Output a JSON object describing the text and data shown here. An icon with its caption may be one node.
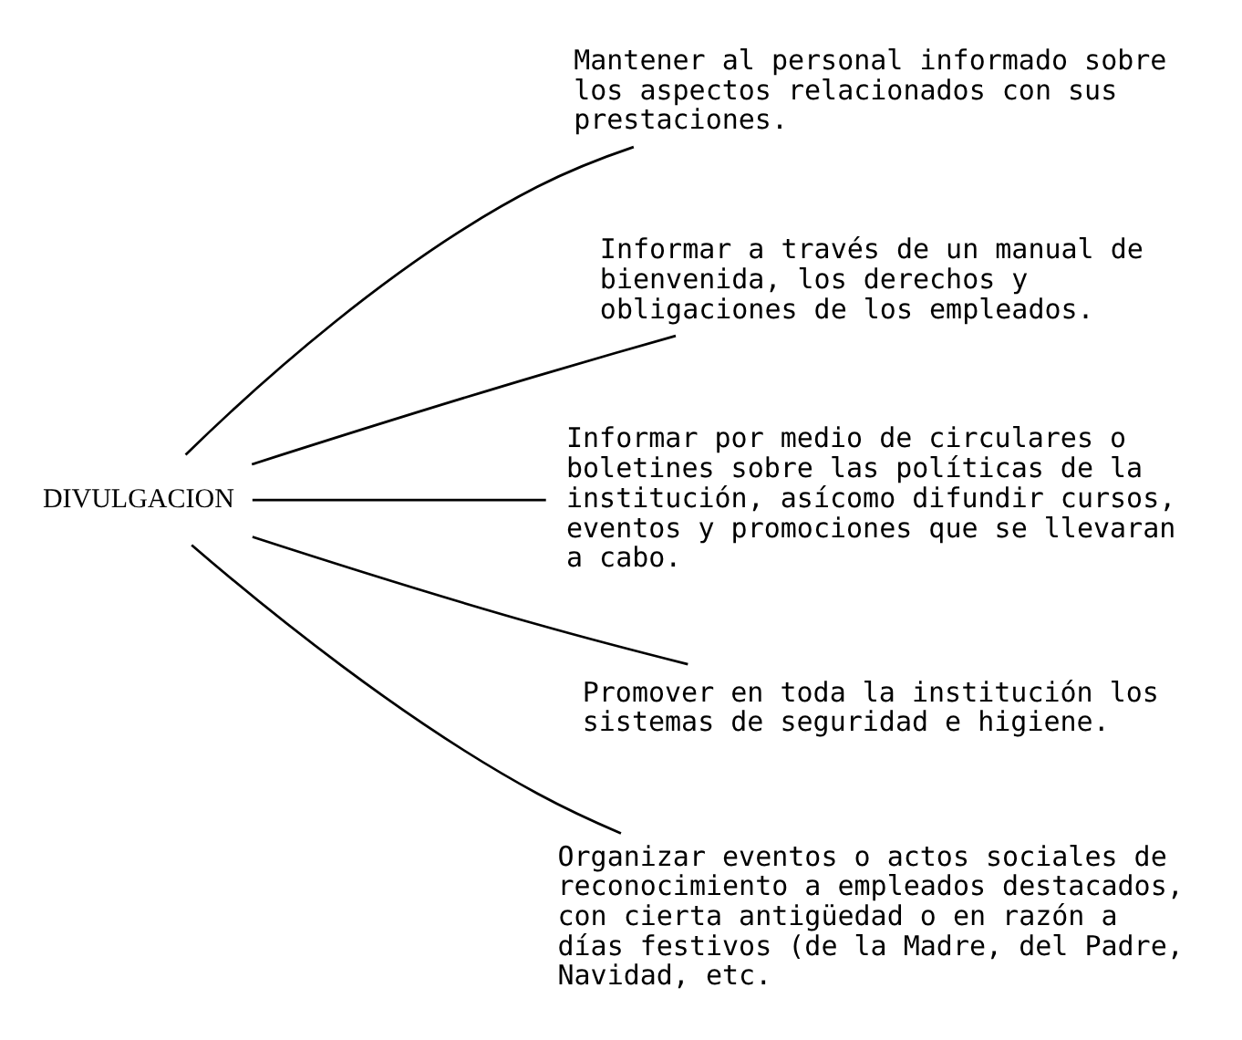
{
  "diagram": {
    "nodes": [
      {
        "text": [
          "DIVULGACION"
        ]
      },
      {
        "text": [
          "Mantener al personal informado sobre los aspectos relacionados con sus prestaciones."
        ]
      },
      {
        "text": [
          "Informar a través de un manual de bienvenida, los derechos y obligaciones de los empleados."
        ]
      },
      {
        "text": [
          "Informar por medio de circulares o boletines sobre las políticas de la institución, asícomo difundir cursos, eventos y promociones que se llevaran a cabo."
        ]
      },
      {
        "text": [
          "Promover en toda la institución los sistemas de seguridad e higiene."
        ]
      },
      {
        "text": [
          "Organizar eventos o actos sociales de reconocimiento a empleados destacados, con cierta antigüedad o en razón a días festivos (de la Madre, del Padre, Navidad, etc."
        ]
      }
    ],
    "edges": [
      {
        "from": 0,
        "to": 1,
        "arrow": "none"
      },
      {
        "from": 0,
        "to": 2,
        "arrow": "none"
      },
      {
        "from": 0,
        "to": 3,
        "arrow": "none"
      },
      {
        "from": 0,
        "to": 4,
        "arrow": "none"
      },
      {
        "from": 0,
        "to": 5,
        "arrow": "none"
      }
    ]
  }
}
